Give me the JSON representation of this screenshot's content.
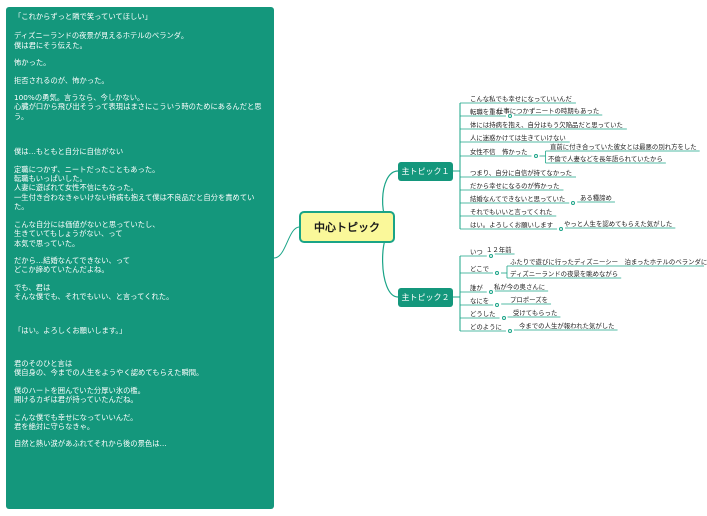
{
  "note": {
    "paragraphs": [
      "「これからずっと隣で笑っていてほしい」",
      "ディズニーランドの夜景が見えるホテルのベランダ。\n僕は君にそう伝えた。",
      "怖かった。",
      "拒否されるのが、怖かった。",
      "100%の勇気。言うなら、今しかない。\n心臓が口から飛び出そうって表現はまさにこういう時のためにあるんだと思う。",
      "僕は…もともと自分に自信がない",
      "定職につかず、ニートだったこともあった。\n転職もいっぱいした。\n人妻に遊ばれて女性不信にもなった。\n一生付き合わなきゃいけない持病も抱えて僕は不良品だと自分を責めていた。",
      "こんな自分には価値がないと思っていたし、\n生きていてもしょうがない、って\n本気で思っていた。",
      "だから…結婚なんてできない、って\nどこか諦めていたんだよね。",
      "でも、君は\nそんな僕でも、それでもいい、と言ってくれた。",
      "「はい。よろしくお願いします。」",
      "君のそのひと言は\n僕自身の、今までの人生をようやく認めてもらえた瞬間。",
      "僕のハートを囲んでいた分厚い氷の檻。\n開けるカギは君が持っていたんだね。",
      "こんな僕でも幸せになっていいんだ。\n君を絶対に守らなきゃ。",
      "自然と熱い涙があふれてそれから後の景色は…"
    ]
  },
  "central": {
    "label": "中心トピック"
  },
  "topics": [
    {
      "label": "主トピック１",
      "items": [
        {
          "text": "こんな私でも幸せになっていいんだ",
          "children": []
        },
        {
          "text": "転職を重ね",
          "children": [
            "仕事につかずニートの時期もあった"
          ]
        },
        {
          "text": "体には持病を抱え、自分はもう欠陥品だと思っていた",
          "children": []
        },
        {
          "text": "人に迷惑かけては生きていけない",
          "children": []
        },
        {
          "text": "女性不信　怖かった",
          "children": [
            "直前に付き合っていた彼女とは最悪の別れ方をした",
            "不倫で人妻などを長年語られていたから"
          ]
        },
        {
          "text": "つまり、自分に自信が持てなかった",
          "children": []
        },
        {
          "text": "だから幸せになるのが怖かった",
          "children": []
        },
        {
          "text": "結婚なんてできないと思っていた",
          "children": [
            "ある種諦め"
          ]
        },
        {
          "text": "それでもいいと言ってくれた",
          "children": []
        },
        {
          "text": "はい。よろしくお願いします",
          "children": [
            "やっと人生を認めてもらえた気がした"
          ]
        }
      ]
    },
    {
      "label": "主トピック２",
      "items": [
        {
          "text": "いつ",
          "children": [
            "１２年前"
          ]
        },
        {
          "text": "どこで",
          "children": [
            "ふたりで遊びに行ったディズニーシー　泊まったホテルのベランダにて",
            "ディズニーランドの夜景を眺めながら"
          ]
        },
        {
          "text": "誰が",
          "children": [
            "私が今の奥さんに"
          ]
        },
        {
          "text": "なにを",
          "children": [
            "プロポーズを"
          ]
        },
        {
          "text": "どうした",
          "children": [
            "受けてもらった"
          ]
        },
        {
          "text": "どのように",
          "children": [
            "今までの人生が報われた気がした"
          ]
        }
      ]
    }
  ],
  "colors": {
    "note_bg": "#14977c",
    "branch": "#1aa487",
    "central_bg": "#faf89a"
  }
}
